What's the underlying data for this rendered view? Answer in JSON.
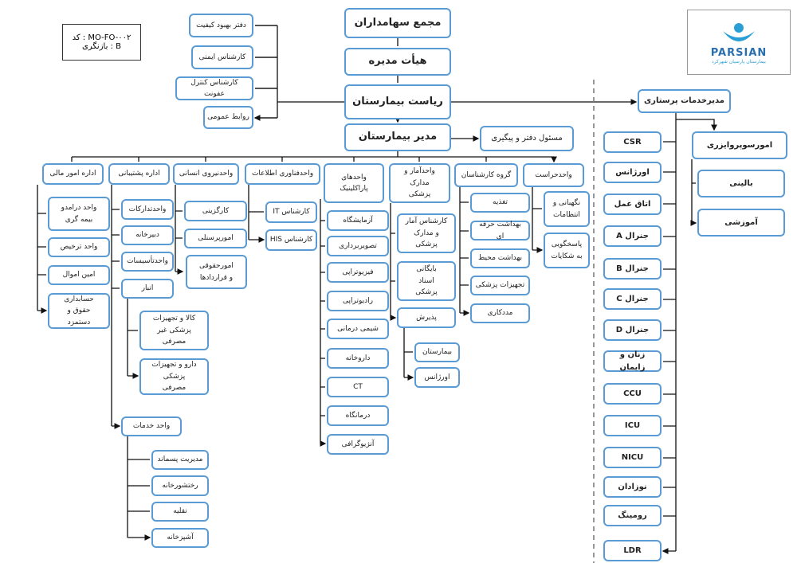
{
  "code": {
    "code": "کد : MO-FO-۰۰۲",
    "revision": "بازنگری : B"
  },
  "logo": {
    "brand": "PARSIAN",
    "tagline": "بیمارستان پارسیان شهرکرد"
  },
  "top": {
    "shareholders": "مجمع سهامداران",
    "board": "هیأت مدیره",
    "presidency": "ریاست بیمارستان",
    "manager": "مدیر بیمارستان",
    "office": "مسئول دفتر و پیگیری"
  },
  "staff": [
    "دفتر بهبود کیفیت",
    "کارشناس ایمنی",
    "کارشناس کنترل عفونت",
    "روابط عمومی"
  ],
  "nursing": {
    "head": "مدیرخدمات پرستاری",
    "supervision": "امورسوپروایزری",
    "sup_children": [
      "بالینی",
      "آموزشی"
    ],
    "wards": [
      "CSR",
      "اورژانس",
      "اتاق عمل",
      "جنرال A",
      "جنرال B",
      "جنرال C",
      "جنرال D",
      "زنان و زایمان",
      "CCU",
      "ICU",
      "NICU",
      "نوزادان",
      "رومینگ",
      "LDR"
    ]
  },
  "departments": {
    "finance": {
      "label": "اداره امور مالی",
      "children": [
        "واحد درامدو بیمه گری",
        "واحد ترخیص",
        "امین اموال",
        "حسابداری حقوق و دستمزد"
      ]
    },
    "support": {
      "label": "اداره پشتیبانی",
      "children": [
        "واحدتدارکات",
        "دبیرخانه",
        "واحدتأسیسات",
        "انبار"
      ],
      "warehouse": [
        "کالا و تجهیزات پزشکی غیر مصرفی",
        "دارو و تجهیزات پزشکی مصرفی"
      ],
      "services": "واحد خدمات",
      "services_children": [
        "مدیریت پسماند",
        "رختشورخانه",
        "نقلیه",
        "آشپزخانه"
      ]
    },
    "hr": {
      "label": "واحدنیروی انسانی",
      "children": [
        "کارگزینی",
        "امورپرسنلی",
        "امورحقوقی و قراردادها"
      ]
    },
    "it": {
      "label": "واحدفناوری اطلاعات",
      "children": [
        "کارشناس IT",
        "کارشناس HIS"
      ]
    },
    "paraclinic": {
      "label": "واحدهای پاراکلینیک",
      "children": [
        "آزمایشگاه",
        "تصویربرداری",
        "فیزیوتراپی",
        "رادیوتراپی",
        "شیمی درمانی",
        "داروخانه",
        "CT",
        "درمانگاه",
        "آنژیوگرافی"
      ]
    },
    "records": {
      "label": "واحدآمار و مدارک پزشکی",
      "children": [
        "کارشناس آمار و مدارک پزشکی",
        "بایگانی اسناد پزشکی",
        "پذیرش"
      ],
      "admission": [
        "بیمارستان",
        "اورژانس"
      ]
    },
    "experts": {
      "label": "گروه کارشناسان",
      "children": [
        "تغذیه",
        "بهداشت حرفه ای",
        "بهداشت محیط",
        "تجهیزات پزشکی",
        "مددکاری"
      ]
    },
    "security": {
      "label": "واحدحراست",
      "children": [
        "نگهبانی و انتظامات",
        "پاسخگویی به شکایات"
      ]
    }
  }
}
